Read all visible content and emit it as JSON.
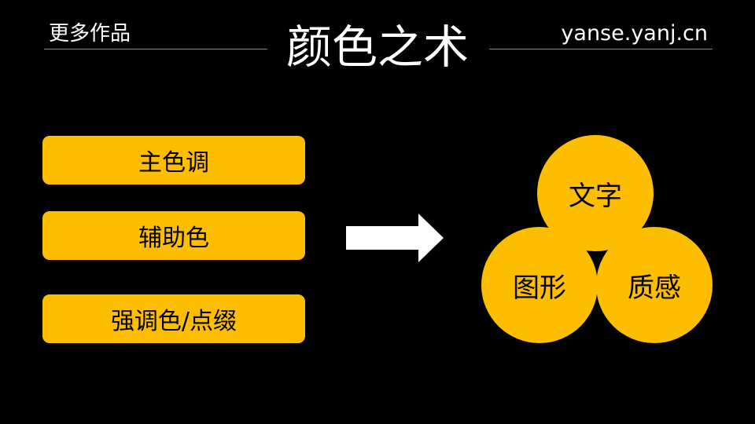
{
  "header": {
    "left_label": "更多作品",
    "title": "颜色之术",
    "right_label": "yanse.yanj.cn"
  },
  "colors": {
    "background": "#000000",
    "accent": "#FEBE00",
    "text_light": "#ffffff",
    "text_dark": "#000000",
    "arrow": "#ffffff"
  },
  "bars": [
    {
      "label": "主色调"
    },
    {
      "label": "辅助色"
    },
    {
      "label": "强调色/点缀"
    }
  ],
  "arrow_icon": "right-arrow-icon",
  "circles": [
    {
      "label": "文字"
    },
    {
      "label": "图形"
    },
    {
      "label": "质感"
    }
  ]
}
